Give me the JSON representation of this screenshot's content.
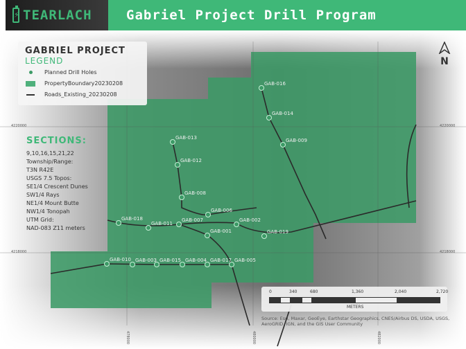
{
  "header": {
    "logo_text": "TEARLACH",
    "title": "Gabriel Project Drill Program"
  },
  "legend": {
    "title": "GABRIEL PROJECT",
    "subtitle": "LEGEND",
    "items": [
      {
        "label": "Planned Drill Holes",
        "symbol": "point"
      },
      {
        "label": "PropertyBoundary20230208",
        "symbol": "polygon"
      },
      {
        "label": "Roads_Existing_20230208",
        "symbol": "line"
      }
    ]
  },
  "sections": {
    "heading": "SECTIONS:",
    "lines": [
      "9,10,16,15,21,22",
      "Township/Range:",
      "T3N R42E",
      "USGS 7.5 Topos:",
      "SE1/4 Crescent Dunes",
      "SW1/4 Rays",
      "NE1/4 Mount Butte",
      "NW1/4 Tonopah",
      "UTM Grid:",
      "NAD-083 Z11 meters"
    ]
  },
  "north_arrow": {
    "label": "N"
  },
  "grid": {
    "northings": [
      "4220000",
      "4218000"
    ],
    "eastings": [
      "478000",
      "480000",
      "482000"
    ]
  },
  "drill_holes": [
    "GAB-016",
    "GAB-014",
    "GAB-009",
    "GAB-013",
    "GAB-012",
    "GAB-008",
    "GAB-006",
    "GAB-018",
    "GAB-011",
    "GAB-007",
    "GAB-002",
    "GAB-001",
    "GAB-019",
    "GAB-010",
    "GAB-003",
    "GAB-015",
    "GAB-004",
    "GAB-017",
    "GAB-005"
  ],
  "scale_bar": {
    "ticks": [
      "0",
      "340",
      "680",
      "1,360",
      "2,040",
      "2,720"
    ],
    "units": "METERS"
  },
  "source": "Source: Esri, Maxar, GeoEye, Earthstar Geographics, CNES/Airbus DS, USDA, USGS, AeroGRID, IGN, and the GIS User Community",
  "colors": {
    "brand_green": "#3fb878",
    "property_fill": "#3c9a66",
    "road": "#2a2a2a"
  }
}
